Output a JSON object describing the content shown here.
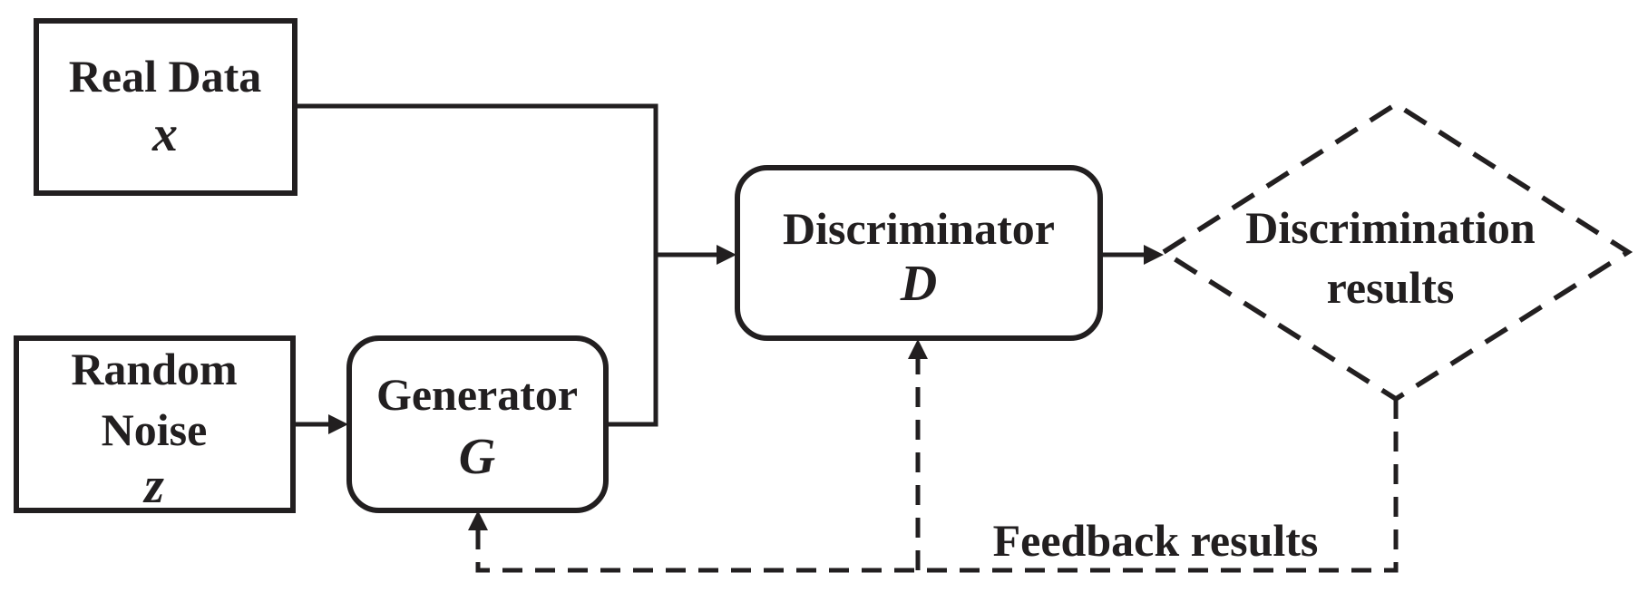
{
  "figure": {
    "type": "flow-diagram",
    "subject": "Generative adversarial network training loop",
    "background": "#ffffff",
    "line_color": "#221f20",
    "text_color": "#221f20",
    "nodes": {
      "real_data": {
        "label": "Real Data",
        "symbol": "x",
        "shape": "rectangle",
        "border": "solid"
      },
      "random_noise": {
        "label_line1": "Random",
        "label_line2": "Noise",
        "symbol": "z",
        "shape": "rectangle",
        "border": "solid"
      },
      "generator": {
        "label": "Generator",
        "symbol": "G",
        "shape": "rounded-rectangle",
        "border": "solid"
      },
      "discriminator": {
        "label": "Discriminator",
        "symbol": "D",
        "shape": "rounded-rectangle",
        "border": "solid"
      },
      "discrimination_results": {
        "label_line1": "Discrimination",
        "label_line2": "results",
        "shape": "diamond",
        "border": "dashed"
      }
    },
    "edge_labels": {
      "feedback": "Feedback results"
    },
    "edges": [
      {
        "from": "real_data",
        "to": "discriminator",
        "style": "solid",
        "arrow": true
      },
      {
        "from": "random_noise",
        "to": "generator",
        "style": "solid",
        "arrow": true
      },
      {
        "from": "generator",
        "to": "discriminator",
        "style": "solid",
        "arrow": true
      },
      {
        "from": "discriminator",
        "to": "discrimination_results",
        "style": "solid",
        "arrow": true
      },
      {
        "from": "discrimination_results",
        "to": "generator",
        "style": "dashed",
        "arrow": true,
        "label_key": "feedback"
      },
      {
        "from": "discrimination_results",
        "to": "discriminator",
        "style": "dashed",
        "arrow": true,
        "label_key": "feedback"
      }
    ]
  }
}
